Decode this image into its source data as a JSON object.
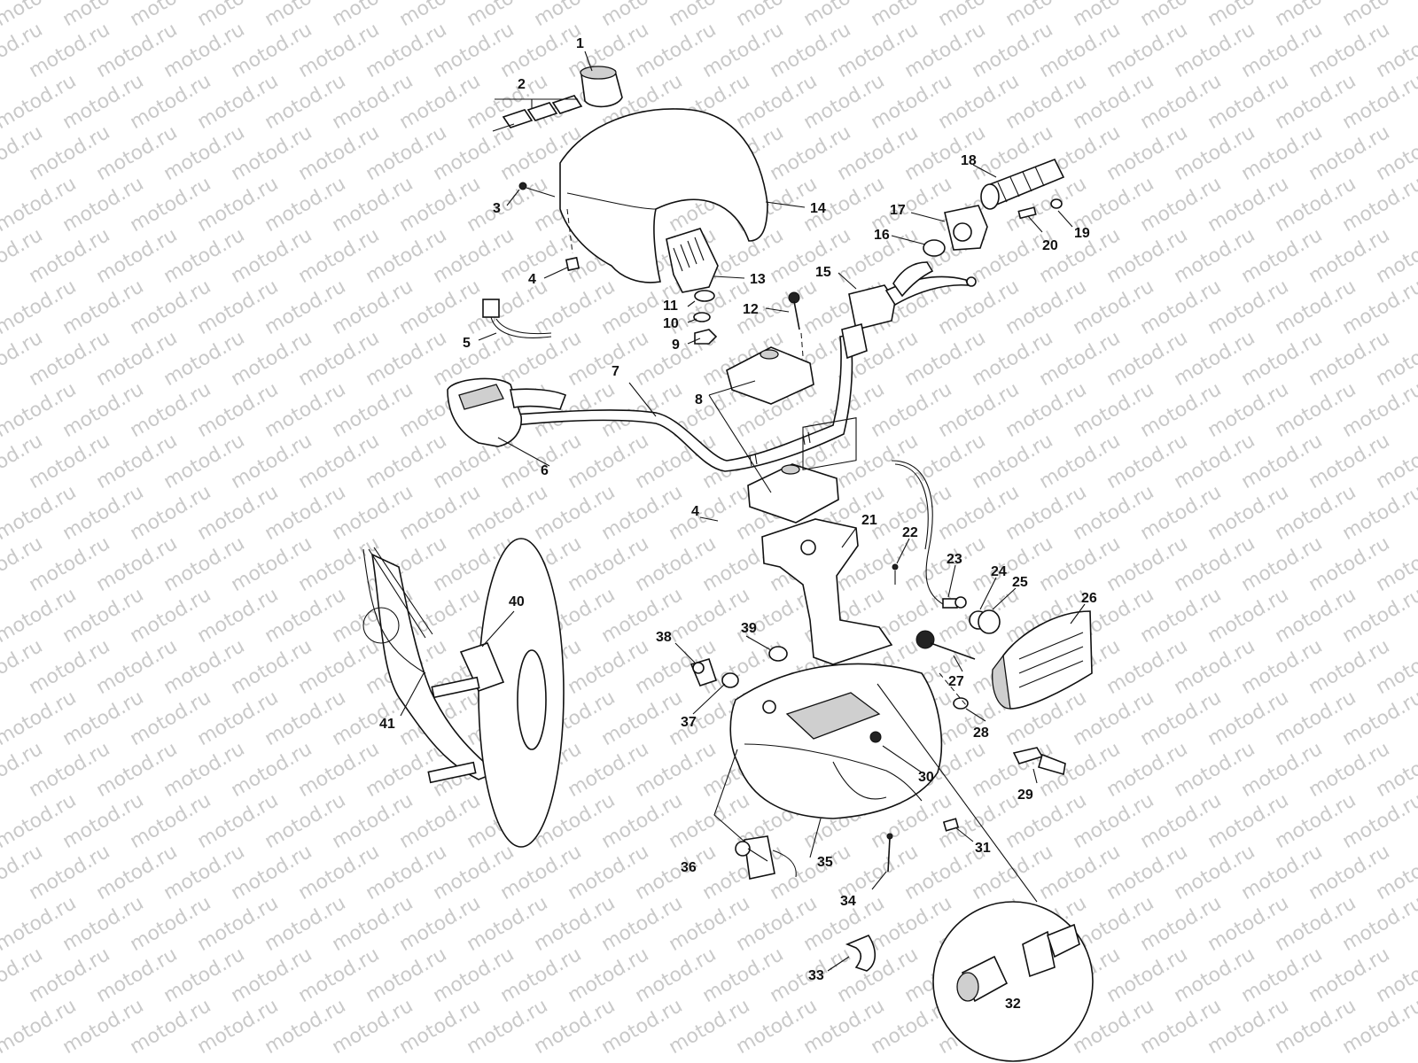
{
  "watermark": "motod.ru",
  "callouts": [
    "1",
    "2",
    "3",
    "4",
    "5",
    "6",
    "7",
    "8",
    "9",
    "10",
    "11",
    "12",
    "13",
    "14",
    "15",
    "16",
    "17",
    "18",
    "19",
    "20",
    "21",
    "22",
    "23",
    "24",
    "25",
    "26",
    "27",
    "28",
    "29",
    "30",
    "31",
    "32",
    "33",
    "34",
    "35",
    "36",
    "37",
    "38",
    "39",
    "40",
    "41"
  ]
}
